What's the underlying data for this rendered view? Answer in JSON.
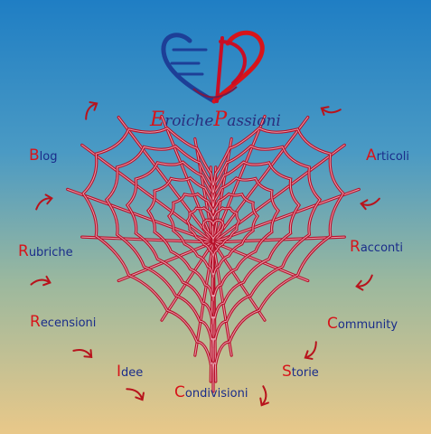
{
  "brand": {
    "logo_letters": "ED",
    "name_word1_first": "E",
    "name_word1_rest": "roiche",
    "name_word2_first": "P",
    "name_word2_rest": "assioni"
  },
  "colors": {
    "web": "#b8102a",
    "web_highlight": "#f2c6cf",
    "accent_red": "#d7141a",
    "text_blue": "#1a2c8a",
    "arrow": "#b8131c",
    "bg_top": "#1f7ec4",
    "bg_bottom": "#e9c889"
  },
  "nav": [
    {
      "id": "blog",
      "first": "B",
      "rest": "log"
    },
    {
      "id": "rubriche",
      "first": "R",
      "rest": "ubriche"
    },
    {
      "id": "recensioni",
      "first": "R",
      "rest": "ecensioni"
    },
    {
      "id": "idee",
      "first": "I",
      "rest": "dee"
    },
    {
      "id": "condivisioni",
      "first": "C",
      "rest": "ondivisioni"
    },
    {
      "id": "storie",
      "first": "S",
      "rest": "torie"
    },
    {
      "id": "community",
      "first": "C",
      "rest": "ommunity"
    },
    {
      "id": "racconti",
      "first": "R",
      "rest": "acconti"
    },
    {
      "id": "articoli",
      "first": "A",
      "rest": "rticoli"
    }
  ],
  "icons": {
    "logo": "ed-heart-logo",
    "web": "heart-spiderweb",
    "arrows": "curved-arrow"
  }
}
